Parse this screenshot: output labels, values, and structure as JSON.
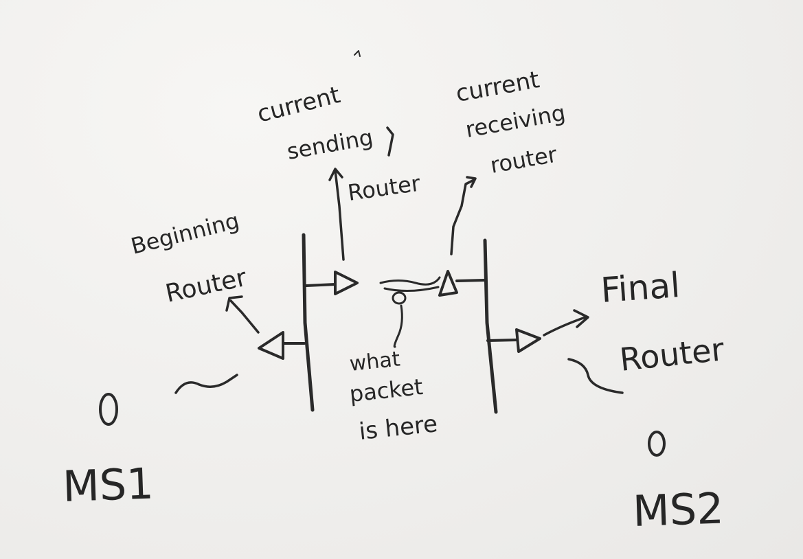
{
  "labels": {
    "current_sending": [
      "current",
      "sending",
      "Router"
    ],
    "current_receiving": [
      "current",
      "receiving",
      "router"
    ],
    "beginning_router": [
      "Beginning",
      "Router"
    ],
    "final_router": [
      "Final",
      "Router"
    ],
    "packet_note": [
      "what",
      "packet",
      "is here"
    ],
    "ms1": "MS1",
    "ms2": "MS2"
  }
}
